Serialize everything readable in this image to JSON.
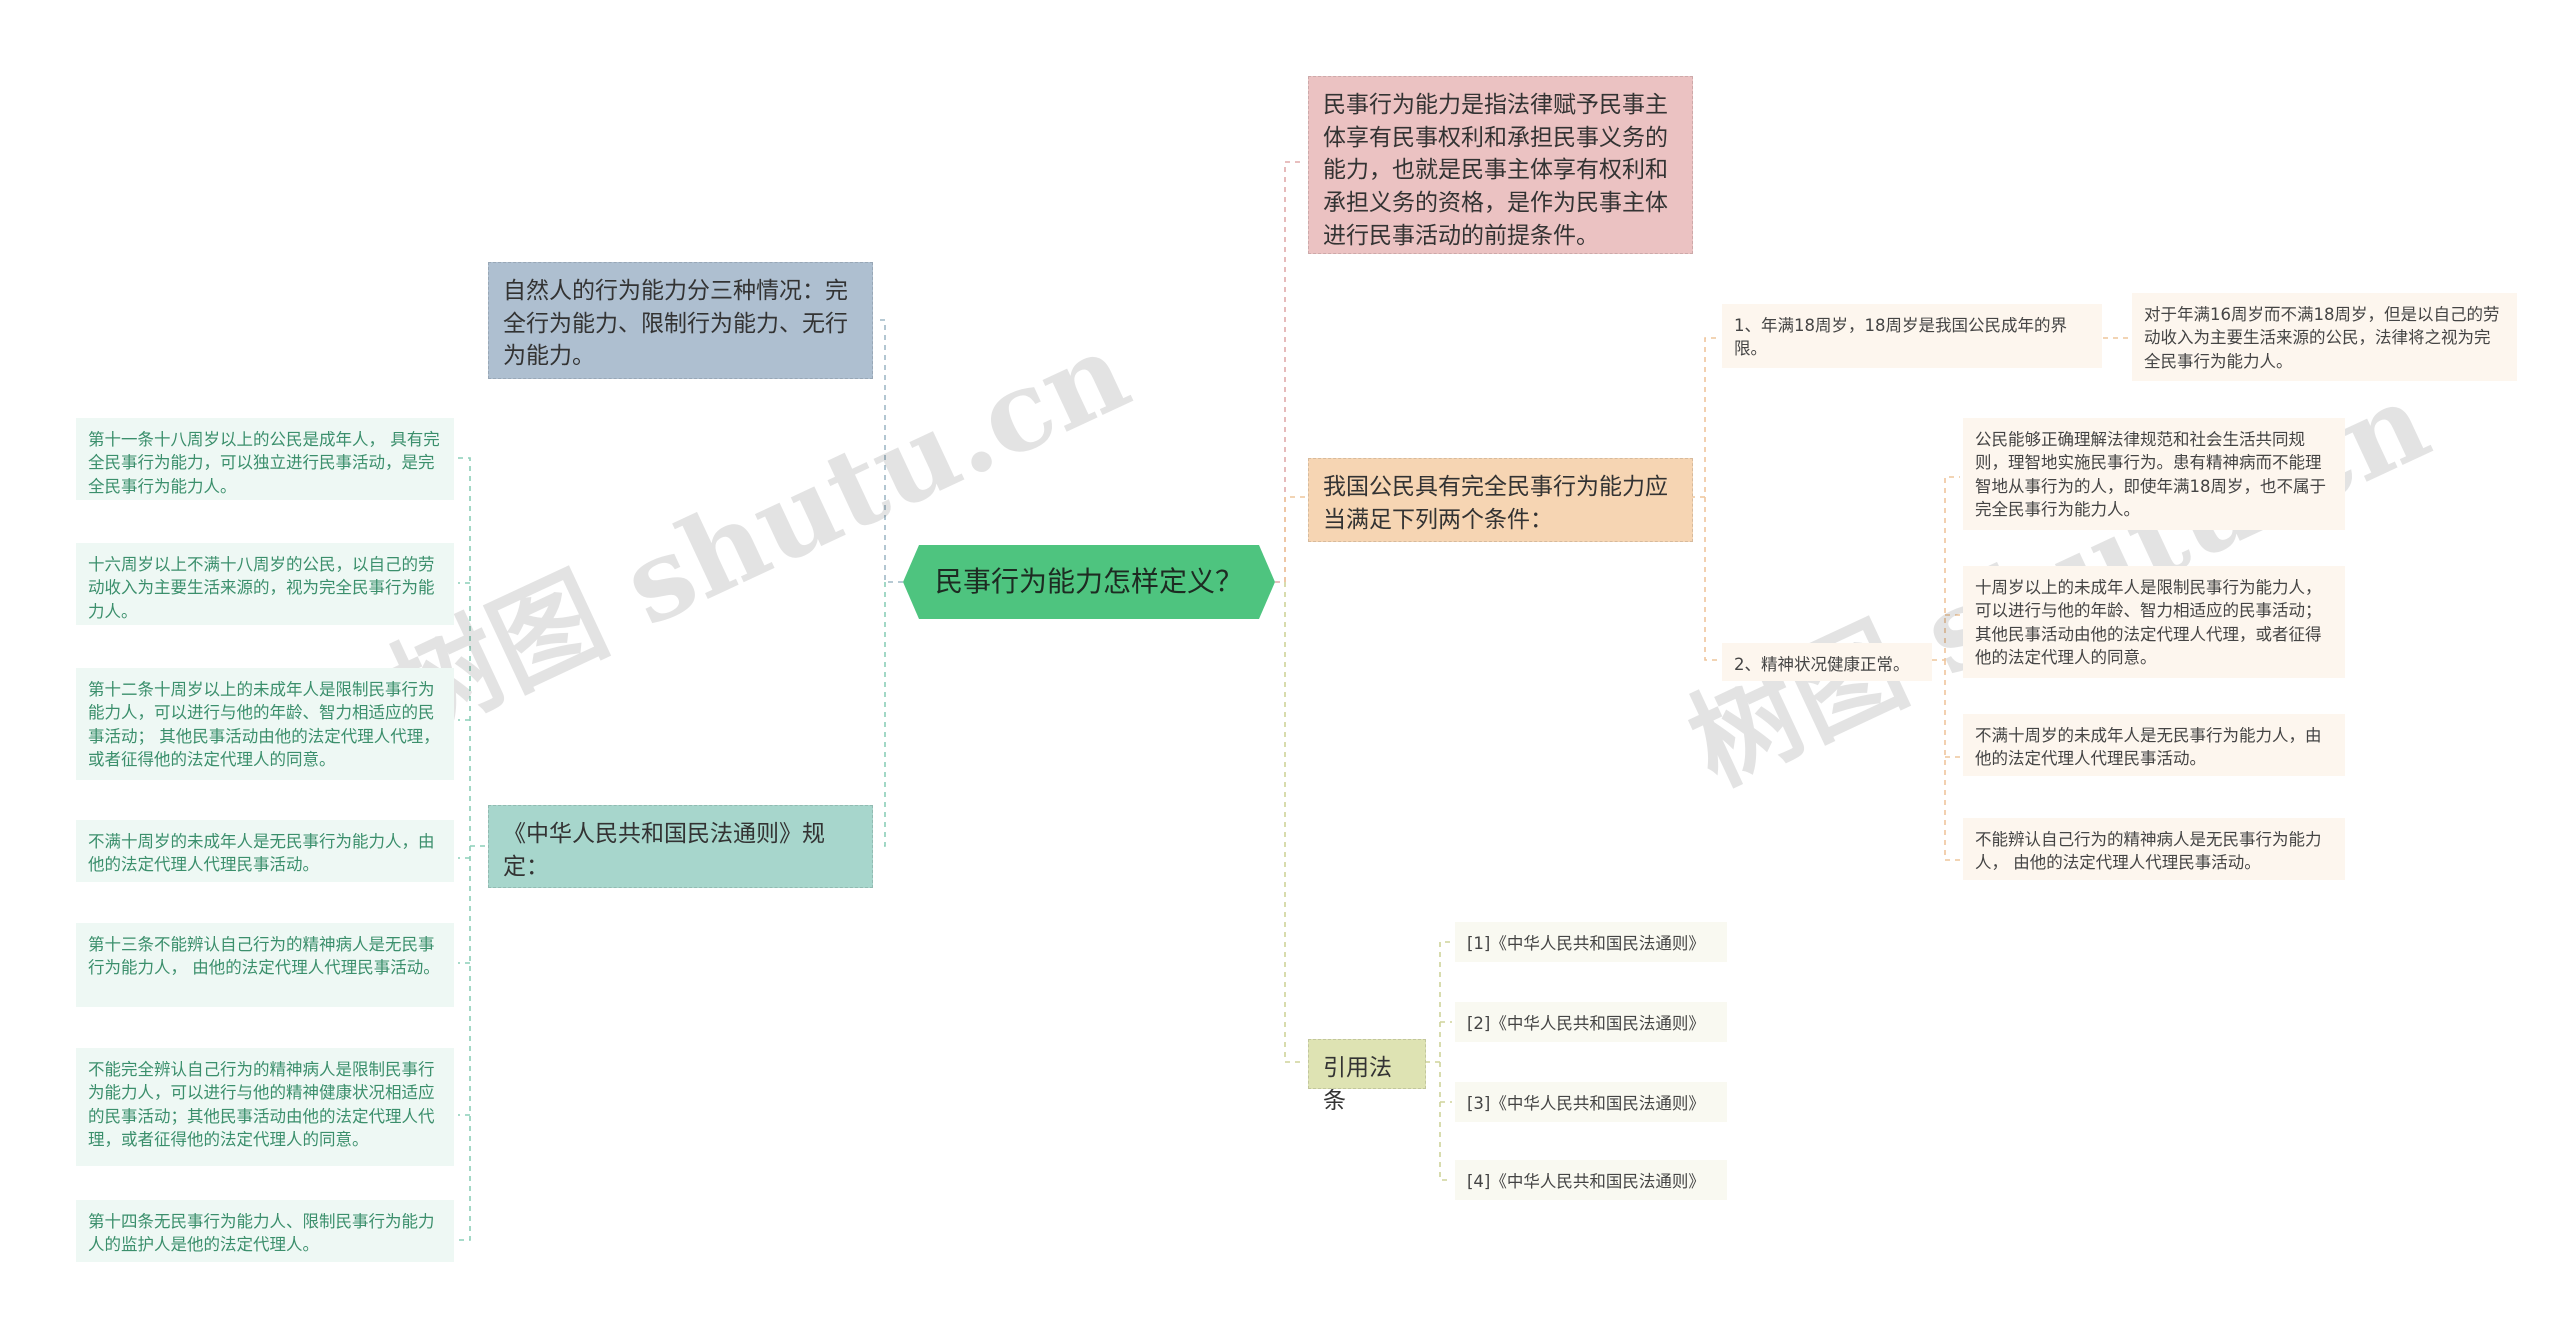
{
  "center": "民事行为能力怎样定义？",
  "left": {
    "branch1": "自然人的行为能力分三种情况：完全行为能力、限制行为能力、无行为能力。",
    "branch2": "《中华人民共和国民法通则》规定：",
    "items": [
      "第十一条十八周岁以上的公民是成年人， 具有完全民事行为能力，可以独立进行民事活动，是完全民事行为能力人。",
      "十六周岁以上不满十八周岁的公民，以自己的劳动收入为主要生活来源的，视为完全民事行为能力人。",
      "第十二条十周岁以上的未成年人是限制民事行为能力人，可以进行与他的年龄、智力相适应的民事活动； 其他民事活动由他的法定代理人代理， 或者征得他的法定代理人的同意。",
      "不满十周岁的未成年人是无民事行为能力人，由他的法定代理人代理民事活动。",
      "第十三条不能辨认自己行为的精神病人是无民事行为能力人， 由他的法定代理人代理民事活动。",
      "不能完全辨认自己行为的精神病人是限制民事行为能力人，可以进行与他的精神健康状况相适应的民事活动；其他民事活动由他的法定代理人代理，或者征得他的法定代理人的同意。",
      "第十四条无民事行为能力人、限制民事行为能力人的监护人是他的法定代理人。"
    ]
  },
  "right": {
    "definition": "民事行为能力是指法律赋予民事主体享有民事权利和承担民事义务的能力，也就是民事主体享有权利和承担义务的资格，是作为民事主体进行民事活动的前提条件。",
    "conditions": "我国公民具有完全民事行为能力应当满足下列两个条件：",
    "cond1": "1、年满18周岁，18周岁是我国公民成年的界限。",
    "cond1_detail": "对于年满16周岁而不满18周岁，但是以自己的劳动收入为主要生活来源的公民，法律将之视为完全民事行为能力人。",
    "cond2": "2、精神状况健康正常。",
    "cond2_details": [
      "公民能够正确理解法律规范和社会生活共同规则，理智地实施民事行为。患有精神病而不能理智地从事行为的人，即使年满18周岁，也不属于完全民事行为能力人。",
      "十周岁以上的未成年人是限制民事行为能力人，可以进行与他的年龄、智力相适应的民事活动； 其他民事活动由他的法定代理人代理，或者征得他的法定代理人的同意。",
      "不满十周岁的未成年人是无民事行为能力人，由他的法定代理人代理民事活动。",
      "不能辨认自己行为的精神病人是无民事行为能力人， 由他的法定代理人代理民事活动。"
    ],
    "refs_label": "引用法条",
    "refs": [
      "[1]《中华人民共和国民法通则》",
      "[2]《中华人民共和国民法通则》",
      "[3]《中华人民共和国民法通则》",
      "[4]《中华人民共和国民法通则》"
    ]
  },
  "watermark": "树图 shutu.cn",
  "colors": {
    "center": "#4ec47f",
    "left_branch1": "#aebfd0",
    "left_branch2": "#a7d6cc",
    "leaf_green": "#eef8f4",
    "def_pink": "#ebc2c2",
    "cond_orange": "#f6d5b3",
    "leaf_cream": "#fdf6ee",
    "refs_khaki": "#dee3b3",
    "ref_leaf": "#f9f9f1"
  }
}
